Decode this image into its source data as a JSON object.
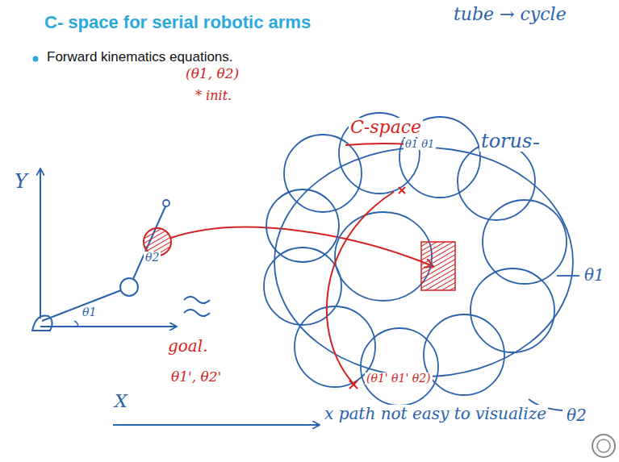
{
  "diagram": {
    "title": "C- space for serial robotic arms",
    "labels": [
      "Forward kinematics equations.",
      "tube → cycle",
      "(θ1, θ2)",
      "* init.",
      "C-space",
      "torus",
      "θ1",
      "θ2",
      "goal.",
      "θ1', θ2'",
      "Y",
      "X",
      "θ1",
      "θ2",
      "θ1 θ1",
      "(θ1' θ1' θ2)",
      "x path not easy to visualize"
    ]
  }
}
